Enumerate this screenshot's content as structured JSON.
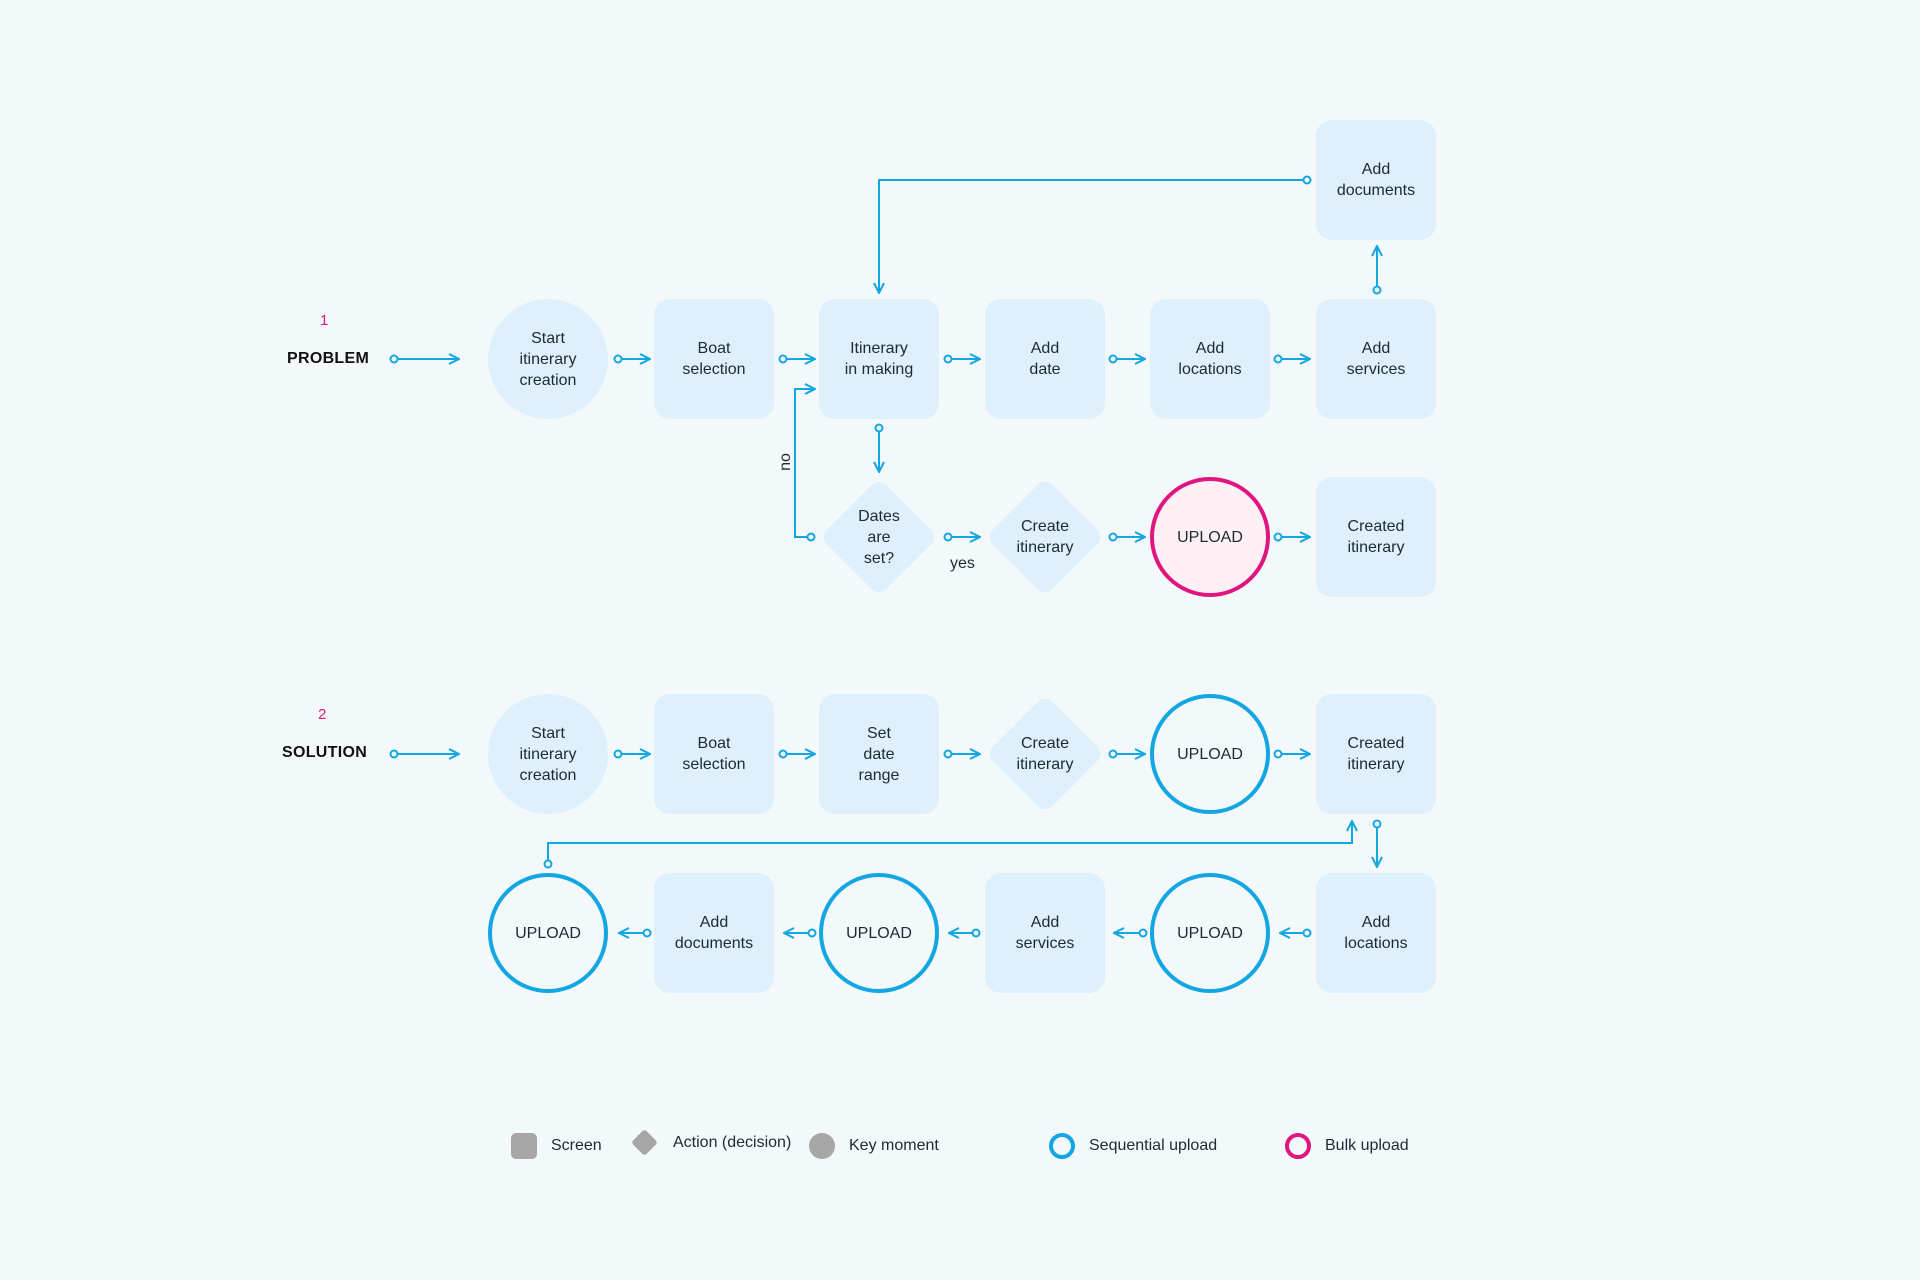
{
  "sections": {
    "problem": {
      "number": "1",
      "label": "PROBLEM"
    },
    "solution": {
      "number": "2",
      "label": "SOLUTION"
    }
  },
  "nodes": {
    "p_start": "Start\nitinerary\ncreation",
    "p_boat": "Boat\nselection",
    "p_itin": "Itinerary\nin making",
    "p_date": "Add\ndate",
    "p_loc": "Add\nlocations",
    "p_serv": "Add\nservices",
    "p_docs": "Add\ndocuments",
    "p_dates_set": "Dates\nare\nset?",
    "p_create": "Create\nitinerary",
    "p_upload": "UPLOAD",
    "p_created": "Created\nitinerary",
    "s_start": "Start\nitinerary\ncreation",
    "s_boat": "Boat\nselection",
    "s_range": "Set\ndate\nrange",
    "s_create": "Create\nitinerary",
    "s_upload1": "UPLOAD",
    "s_created": "Created\nitinerary",
    "s_loc": "Add\nlocations",
    "s_upload2": "UPLOAD",
    "s_serv": "Add\nservices",
    "s_upload3": "UPLOAD",
    "s_docs": "Add\ndocuments",
    "s_upload4": "UPLOAD"
  },
  "edge_labels": {
    "no": "no",
    "yes": "yes"
  },
  "legend": {
    "screen": "Screen",
    "decision": "Action (decision)",
    "moment": "Key moment",
    "sequential": "Sequential upload",
    "bulk": "Bulk upload"
  },
  "colors": {
    "accent": "#12a6e2",
    "bulk": "#e0157f",
    "node_fill": "#ddf0fb",
    "background": "#f3f8fb"
  }
}
